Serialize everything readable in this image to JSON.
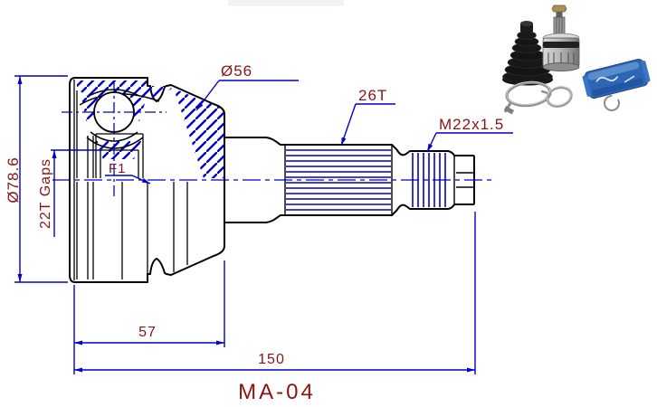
{
  "drawing": {
    "part_code": "MA-04",
    "labels": {
      "outer_diameter": "Ø78.6",
      "inner_spline": "22T Gaps",
      "joint_diameter": "Ø56",
      "shaft_spline_teeth": "26T",
      "thread_spec": "M22x1.5",
      "joint_length": "57",
      "overall_length": "150",
      "face_mark": "F1"
    },
    "colors": {
      "outline": "#000000",
      "accent_blue": "#0000C8",
      "label_red": "#8B1212",
      "background": "#FFFFFF"
    }
  },
  "photo_inset": {
    "parts": [
      "cv-boot",
      "cv-joint",
      "boot-clamp-large",
      "boot-clamp-small",
      "grease-packet",
      "snap-ring"
    ]
  }
}
